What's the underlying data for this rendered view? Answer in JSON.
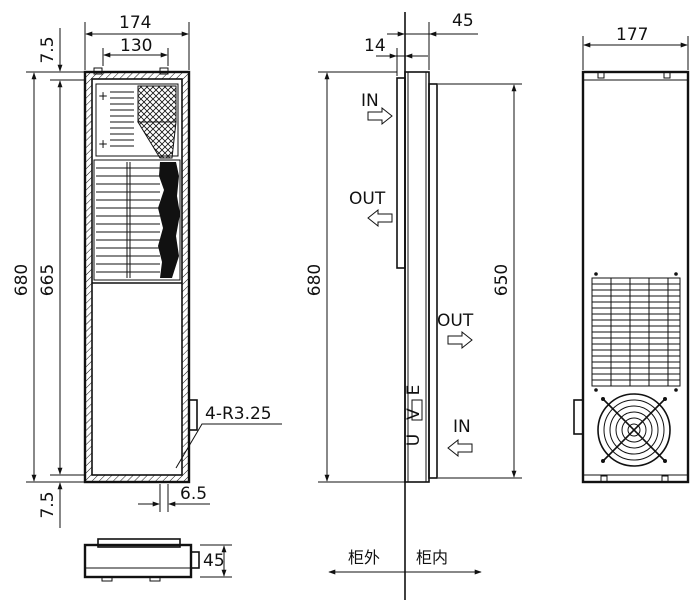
{
  "front_view": {
    "dim_width_outer": "174",
    "dim_width_inner": "130",
    "dim_top_gap": "7.5",
    "dim_height_outer": "680",
    "dim_height_inner": "665",
    "dim_bottom_gap": "7.5",
    "dim_bottom_offset": "6.5",
    "callout_radius": "4-R3.25"
  },
  "side_view": {
    "dim_depth": "45",
    "dim_flange": "14",
    "dim_height": "680",
    "dim_inner_height": "650",
    "label_in_upper": "IN",
    "label_out_upper": "OUT",
    "label_out_lower": "OUT",
    "label_in_lower": "IN",
    "vertical_letters": [
      "E",
      "V",
      "U"
    ],
    "label_outside": "柜外",
    "label_inside": "柜内"
  },
  "rear_view": {
    "dim_width": "177"
  },
  "bottom_view": {
    "dim_depth": "45"
  }
}
